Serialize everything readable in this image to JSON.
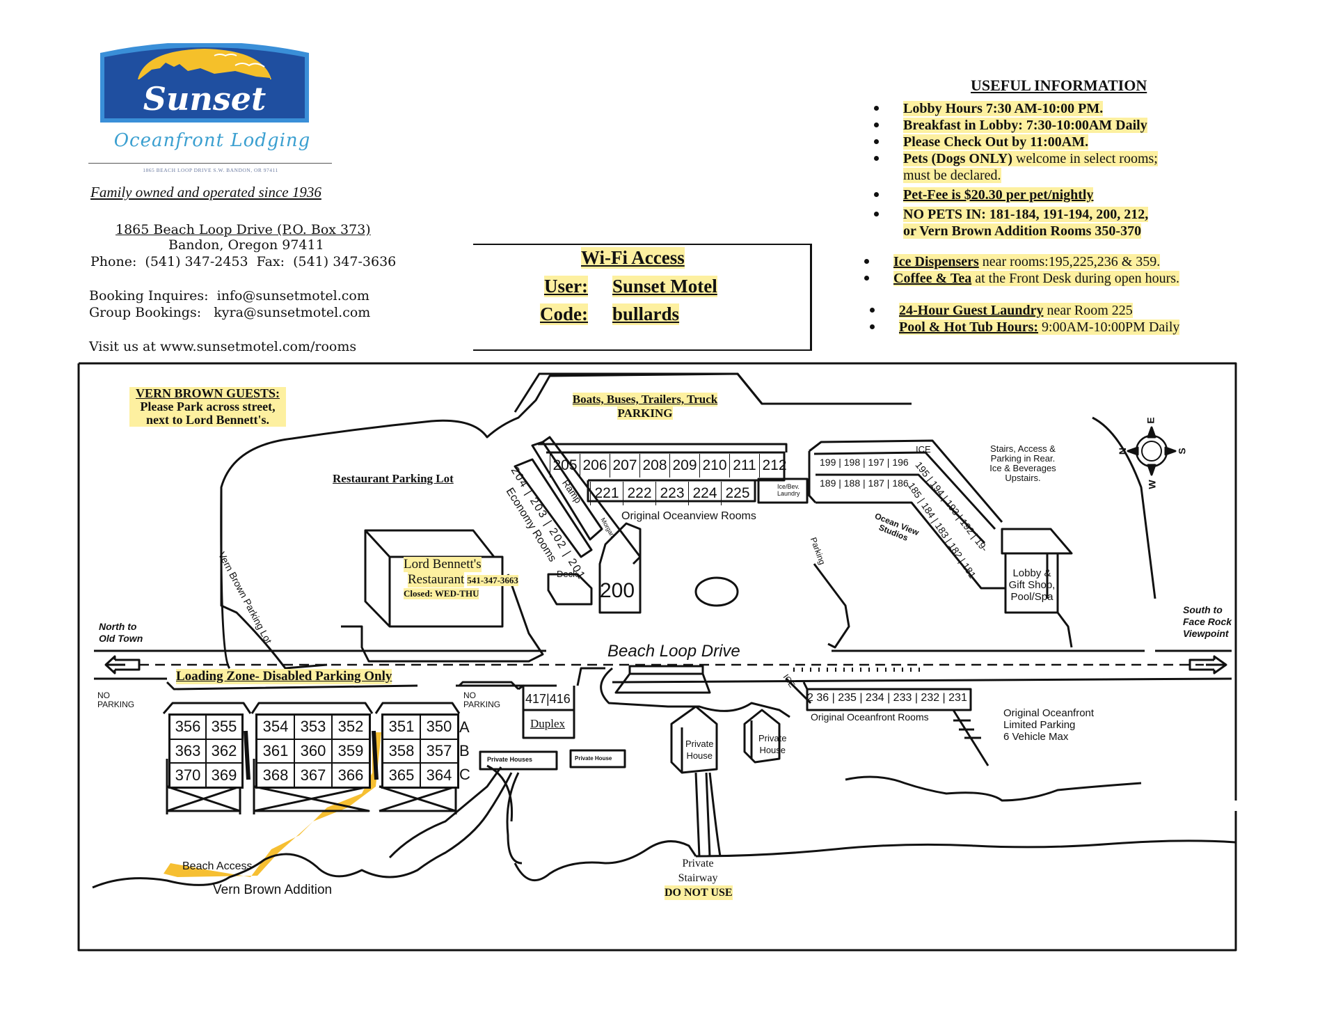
{
  "logo": {
    "name": "Sunset",
    "tagline": "Oceanfront Lodging",
    "small_address": "1865 BEACH LOOP DRIVE S.W.    BANDON, OR 97411",
    "colors": {
      "sign_blue": "#1f4fa0",
      "sign_border": "#3a8fd8",
      "sun_yellow": "#f5c02a",
      "tagline": "#3a9fd0"
    }
  },
  "contact": {
    "family": "Family owned and operated since  1936",
    "address_line1": "1865 Beach Loop Drive (P.O. Box 373)",
    "address_line2": "Bandon, Oregon 97411",
    "phone_line": "Phone:  (541) 347-2453  Fax:  (541) 347-3636",
    "booking": "Booking Inquires:  info@sunsetmotel.com",
    "group": "Group Bookings:   kyra@sunsetmotel.com",
    "visit": "Visit us at www.sunsetmotel.com/rooms"
  },
  "wifi": {
    "title": "Wi-Fi Access",
    "user_label": "User:",
    "user_value": "Sunset Motel",
    "code_label": "Code:",
    "code_value": "bullards"
  },
  "info": {
    "title": "USEFUL INFORMATION",
    "items": [
      {
        "bold": "Lobby Hours 7:30 AM-10:00 PM.",
        "rest": ""
      },
      {
        "bold": "Breakfast in Lobby: 7:30-10:00AM Daily",
        "rest": ""
      },
      {
        "bold": "Please Check Out by 11:00AM.",
        "rest": ""
      },
      {
        "bold": "Pets (Dogs ONLY)",
        "rest": " welcome in select rooms;"
      },
      {
        "bold": "",
        "rest": "must be declared."
      },
      {
        "bold": "Pet-Fee is $20.30 per pet/nightly",
        "rest": ""
      },
      {
        "bold": "NO PETS IN: 181-184, 191-194, 200, 212,",
        "rest": ""
      },
      {
        "bold": "or Vern Brown Addition Rooms 350-370",
        "rest": ""
      },
      {
        "bold": "Ice Dispensers",
        "rest": " near rooms:195,225,236  & 359."
      },
      {
        "bold": "Coffee & Tea",
        "rest": " at the Front Desk during open hours."
      },
      {
        "bold": "24-Hour Guest Laundry",
        "rest": " near Room 225"
      },
      {
        "bold": "Pool & Hot Tub Hours:",
        "rest": " 9:00AM-10:00PM Daily"
      }
    ]
  },
  "map": {
    "vern_brown_note": {
      "title": "VERN BROWN GUESTS:",
      "line1": "Please Park across street,",
      "line2": "next to Lord Bennett's."
    },
    "boats_parking": {
      "line1": "Boats, Buses, Trailers, Truck",
      "line2": "PARKING"
    },
    "restaurant_lot": "Restaurant Parking Lot",
    "vern_brown_lot": "Vern Brown Parking Lot",
    "restaurant": {
      "name1": "Lord Bennett's",
      "name2": "Restaurant",
      "phone": "541-347-3663",
      "closed": "Closed: WED-THU"
    },
    "north": {
      "line1": "North to",
      "line2": "Old Town"
    },
    "south": {
      "line1": "South to",
      "line2": "Face Rock",
      "line3": "Viewpoint"
    },
    "road": "Beach Loop Drive",
    "loading_zone": "Loading Zone- Disabled Parking Only",
    "no_parking": "NO\nPARKING",
    "economy": {
      "rooms": [
        "204",
        "203",
        "202",
        "201"
      ],
      "label": "Economy Rooms"
    },
    "ramp": "Ramp",
    "morgan": "Morgan",
    "deck": "Deck",
    "room_200": "200",
    "oceanview_top": [
      "205",
      "206",
      "207",
      "208",
      "209",
      "210",
      "211",
      "212"
    ],
    "oceanview_bottom": [
      "221",
      "222",
      "223",
      "224",
      "225"
    ],
    "ice_laundry": {
      "line1": "Ice/Bev.",
      "line2": "Laundry"
    },
    "oceanview_label": "Original Oceanview Rooms",
    "parking_label": "Parking",
    "studios_top": "199 | 198 | 197 | 196",
    "studios_bottom": "189 | 188 | 187 | 186",
    "studios_diag_top": "195 | 194 | 193 | 192 | 19-",
    "studios_diag_bottom": "185 | 184 | 183 | 182 | 181",
    "studios_ice": "ICE",
    "studios_label": {
      "line1": "Ocean View",
      "line2": "Studios"
    },
    "stairs_note": {
      "line1": "Stairs, Access &",
      "line2": "Parking in Rear.",
      "line3": "Ice & Beverages",
      "line4": "Upstairs."
    },
    "lobby": {
      "line1": "Lobby &",
      "line2": "Gift Shop,",
      "line3": "Pool/Spa"
    },
    "compass": {
      "top": "E",
      "left": "N",
      "right": "S",
      "bottom": "W"
    },
    "vern_brown_blocks": [
      {
        "rows": [
          [
            "356",
            "355"
          ],
          [
            "363",
            "362"
          ],
          [
            "370",
            "369"
          ]
        ]
      },
      {
        "rows": [
          [
            "354",
            "353",
            "352"
          ],
          [
            "361",
            "360",
            "359"
          ],
          [
            "368",
            "367",
            "366"
          ]
        ]
      },
      {
        "rows": [
          [
            "351",
            "350"
          ],
          [
            "358",
            "357"
          ],
          [
            "365",
            "364"
          ]
        ]
      }
    ],
    "floor_letters": [
      "A",
      "B",
      "C"
    ],
    "duplex": {
      "rooms": [
        "417",
        "416"
      ],
      "label": "Duplex"
    },
    "private_houses": "Private Houses",
    "private_house_small": "Private House",
    "private_house_a": {
      "line1": "Private",
      "line2": "House"
    },
    "private_house_b": {
      "line1": "Private",
      "line2": "House"
    },
    "ice_front": "ICE",
    "oceanfront_rooms": "2 36 | 235 | 234 | 233 | 232 | 231",
    "oceanfront_label": "Original Oceanfront Rooms",
    "oceanfront_parking": {
      "line1": "Original Oceanfront",
      "line2": "Limited Parking",
      "line3": "6 Vehicle Max"
    },
    "beach_access": "Beach Access",
    "vern_brown_addition": "Vern Brown Addition",
    "private_stairway": {
      "line1": "Private",
      "line2": "Stairway",
      "line3": "DO NOT USE"
    },
    "colors": {
      "highlight": "#fdf0a0",
      "beach_access": "#f5b81c",
      "ink": "#111111"
    }
  }
}
